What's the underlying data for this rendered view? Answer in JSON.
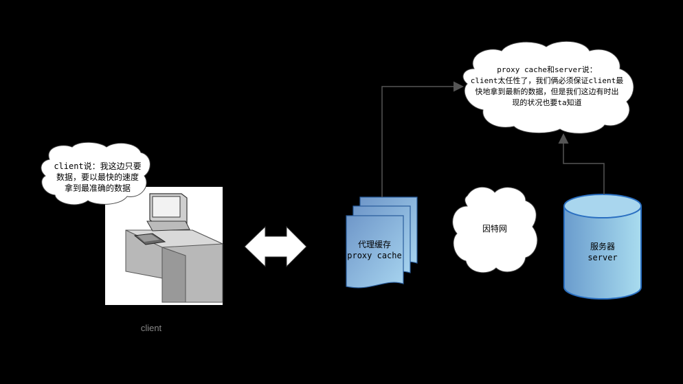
{
  "client_bubble": {
    "lines": [
      "client说：我这边只要",
      "数据，要以最快的速度",
      "拿到最准确的数据"
    ]
  },
  "server_bubble": {
    "lines": [
      "proxy cache和server说：",
      "client太任性了，我们俩必须保证client最",
      "快地拿到最新的数据，但是我们这边有时出",
      "现的状况也要ta知道"
    ]
  },
  "proxy_cache": {
    "line1": "代理缓存",
    "line2": "proxy cache",
    "fill": "#7fa7d6"
  },
  "internet": {
    "label": "因特网"
  },
  "server": {
    "line1": "服务器",
    "line2": "server",
    "fill": "#7fb9e0"
  },
  "client": {
    "caption": "client"
  },
  "colors": {
    "background": "#000000",
    "arrow": "#555555",
    "cloud_fill": "#ffffff"
  }
}
